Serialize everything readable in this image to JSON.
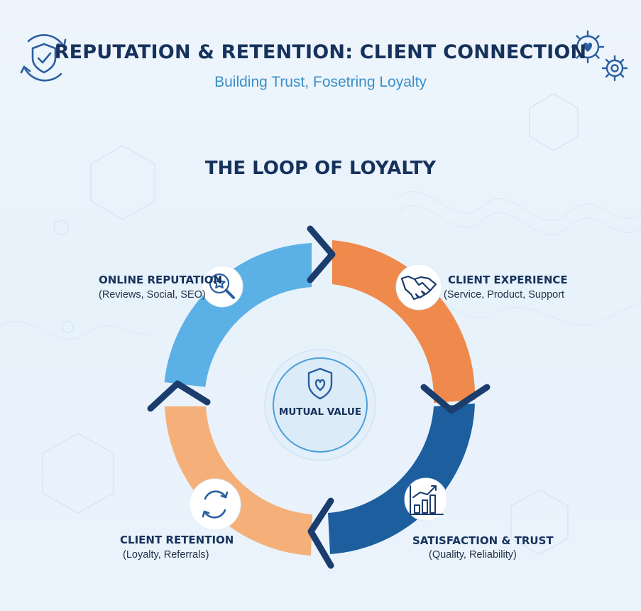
{
  "header": {
    "title": "REPUTATION & RETENTION: CLIENT CONNECTION",
    "subtitle": "Building Trust, Fosetring Loyalty"
  },
  "diagram": {
    "section_title": "THE LOOP OF LOYALTY",
    "center_label": "MUTUAL VALUE",
    "stages": [
      {
        "id": "online-reputation",
        "title": "ONLINE REPUTATION",
        "subtitle": "(Reviews, Social, SEO)",
        "icon": "magnifier-star-icon",
        "color": "#5bb0e6"
      },
      {
        "id": "client-experience",
        "title": "CLIENT EXPERIENCE",
        "subtitle": "(Service, Product, Support",
        "icon": "handshake-icon",
        "color": "#ef8a4c"
      },
      {
        "id": "satisfaction-trust",
        "title": "SATISFACTION & TRUST",
        "subtitle": "(Quality, Reliability)",
        "icon": "bar-chart-icon",
        "color": "#1d5e9e"
      },
      {
        "id": "client-retention",
        "title": "CLIENT RETENTION",
        "subtitle": "(Loyalty, Referrals)",
        "icon": "refresh-icon",
        "color": "#f5b07a"
      }
    ]
  },
  "icons": {
    "top_left": "shield-check-cycle-icon",
    "top_right": "gears-heart-icon",
    "center": "shield-heart-icon"
  },
  "colors": {
    "navy": "#16325c",
    "subtitle_blue": "#3a8fc7",
    "chevron": "#1b3d6e"
  }
}
